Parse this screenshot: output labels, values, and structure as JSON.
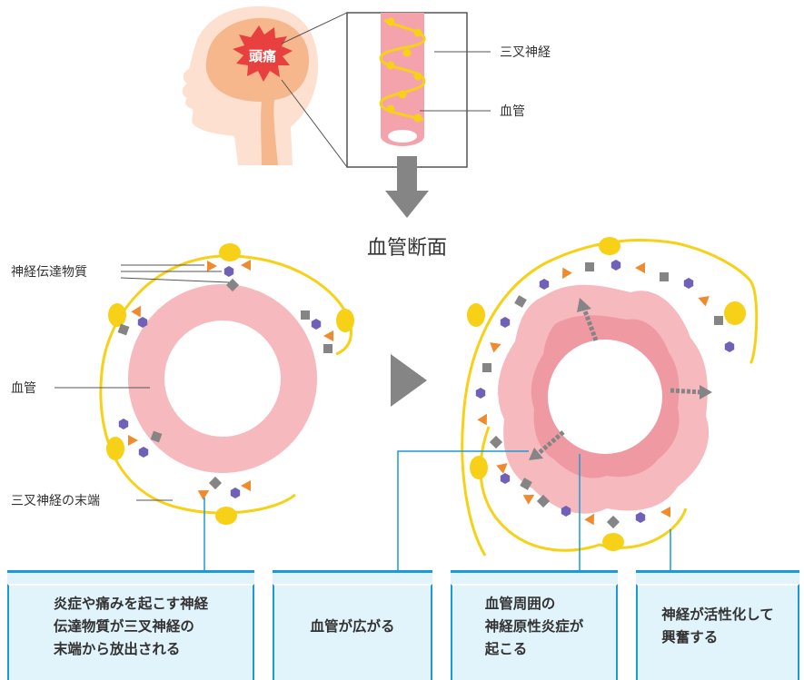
{
  "head": {
    "headache_label": "頭痛"
  },
  "vessel_detail": {
    "nerve_label": "三叉神経",
    "vessel_label": "血管"
  },
  "section_title": "血管断面",
  "left_diagram": {
    "neurotransmitter_label": "神経伝達物質",
    "vessel_label": "血管",
    "nerve_end_label": "三叉神経の末端"
  },
  "steps": [
    "炎症や痛みを起こす神経\n伝達物質が三叉神経の\n末端から放出される",
    "血管が広がる",
    "血管周囲の\n神経原性炎症が\n起こる",
    "神経が活性化して\n興奮する"
  ],
  "colors": {
    "nerve_yellow": "#f7d117",
    "vessel_pink": "#f6b9be",
    "vessel_dark_pink": "#ef9aa3",
    "triangle_orange": "#f08a2e",
    "hexagon_purple": "#7060b8",
    "square_gray": "#858585",
    "callout_blue": "#1a9ad6",
    "skin": "#fde0cf",
    "brain": "#f7b78d",
    "burst_red": "#e8403e"
  },
  "icons": [
    "down-arrow-icon",
    "right-play-arrow-icon",
    "dilation-arrow-icon"
  ]
}
